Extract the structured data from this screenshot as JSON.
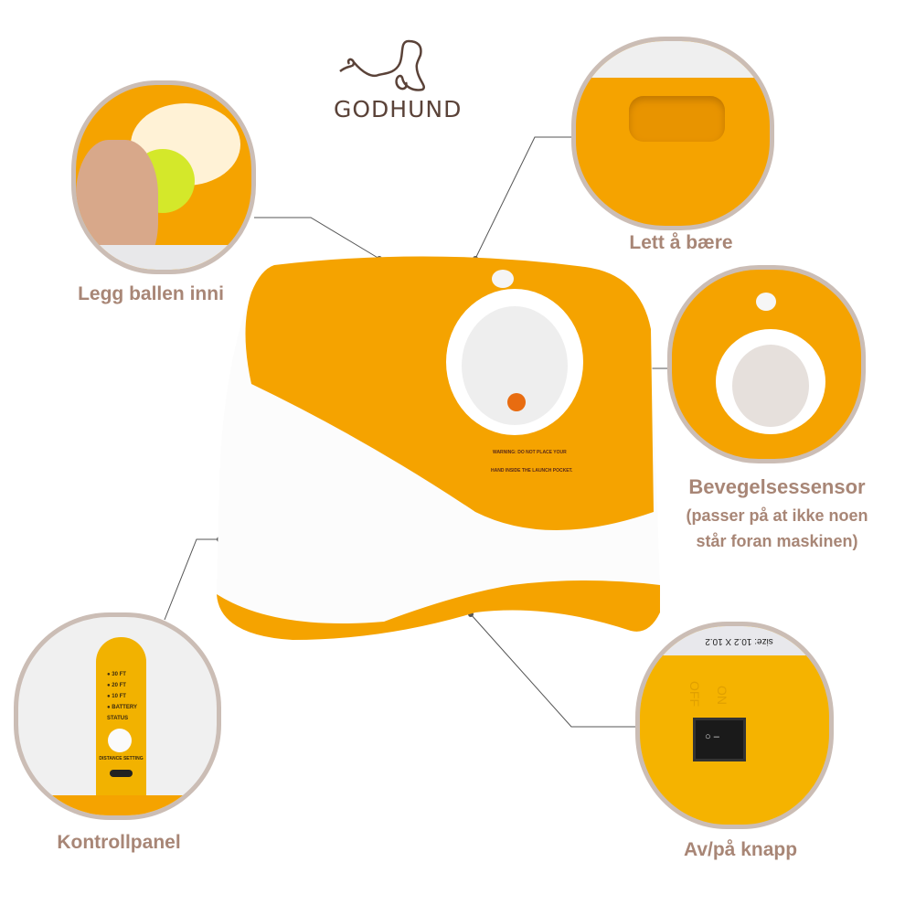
{
  "brand": {
    "logo_text": "GODHUND"
  },
  "colors": {
    "product_orange": "#f5a300",
    "label_text": "#a88676",
    "frame_border": "#cbbdb5"
  },
  "callouts": [
    {
      "label": "Legg ballen inni"
    },
    {
      "label": "Lett å bære"
    },
    {
      "label": "Bevegelsessensor",
      "sublabel_1": "(passer på at ikke noen",
      "sublabel_2": "står foran maskinen)"
    },
    {
      "label": "Kontrollpanel"
    },
    {
      "label": "Av/på knapp"
    }
  ],
  "product": {
    "warning_1": "WARNING: DO NOT PLACE YOUR",
    "warning_2": "HAND INSIDE THE LAUNCH POCKET."
  },
  "control_panel": {
    "leds": [
      "30 FT",
      "20 FT",
      "10 FT",
      "BATTERY STATUS"
    ],
    "button_label": "DISTANCE SETTING"
  },
  "switch_panel": {
    "off": "OFF",
    "on": "ON",
    "size_text": "size: 10.2 X 10.2"
  }
}
